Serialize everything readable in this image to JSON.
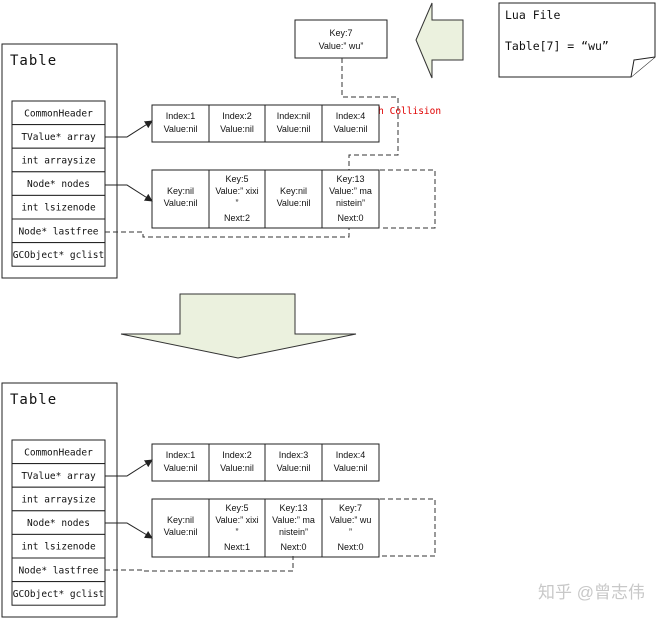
{
  "lua_file": {
    "title": "Lua File",
    "code": "Table[7] = “wu”"
  },
  "new_key_box": {
    "key": "Key:7",
    "value": "Value:” wu”"
  },
  "hash_collision_label": "Hash Collision",
  "before": {
    "table_title": "Table",
    "fields": [
      "CommonHeader",
      "TValue* array",
      "int arraysize",
      "Node* nodes",
      "int lsizenode",
      "Node* lastfree",
      "GCObject* gclist"
    ],
    "array_cells": [
      {
        "line1": "Index:1",
        "line2": "Value:nil"
      },
      {
        "line1": "Index:2",
        "line2": "Value:nil"
      },
      {
        "line1": "Index:nil",
        "line2": "Value:nil"
      },
      {
        "line1": "Index:4",
        "line2": "Value:nil"
      }
    ],
    "node_cells": [
      {
        "line1": "Key:nil",
        "line2": "Value:nil",
        "line3": "",
        "line4": ""
      },
      {
        "line1": "Key:5",
        "line2": "Value:” xixi",
        "line3": "”",
        "line4": "Next:2"
      },
      {
        "line1": "Key:nil",
        "line2": "Value:nil",
        "line3": "",
        "line4": ""
      },
      {
        "line1": "Key:13",
        "line2": "Value:” ma",
        "line3": "nistein”",
        "line4": "Next:0"
      }
    ]
  },
  "after": {
    "table_title": "Table",
    "fields": [
      "CommonHeader",
      "TValue* array",
      "int arraysize",
      "Node* nodes",
      "int lsizenode",
      "Node* lastfree",
      "GCObject* gclist"
    ],
    "array_cells": [
      {
        "line1": "Index:1",
        "line2": "Value:nil"
      },
      {
        "line1": "Index:2",
        "line2": "Value:nil"
      },
      {
        "line1": "Index:3",
        "line2": "Value:nil"
      },
      {
        "line1": "Index:4",
        "line2": "Value:nil"
      }
    ],
    "node_cells": [
      {
        "line1": "Key:nil",
        "line2": "Value:nil",
        "line3": "",
        "line4": ""
      },
      {
        "line1": "Key:5",
        "line2": "Value:” xixi",
        "line3": "”",
        "line4": "Next:1"
      },
      {
        "line1": "Key:13",
        "line2": "Value:” ma",
        "line3": "nistein”",
        "line4": "Next:0"
      },
      {
        "line1": "Key:7",
        "line2": "Value:” wu",
        "line3": "”",
        "line4": "Next:0"
      }
    ]
  },
  "watermark": "知乎 @曾志伟",
  "colors": {
    "line": "#222222",
    "arrow_fill": "#ebf1de",
    "arrow_stroke": "#333333",
    "highlight_red": "#e00000",
    "watermark": "#c8c8c8"
  }
}
